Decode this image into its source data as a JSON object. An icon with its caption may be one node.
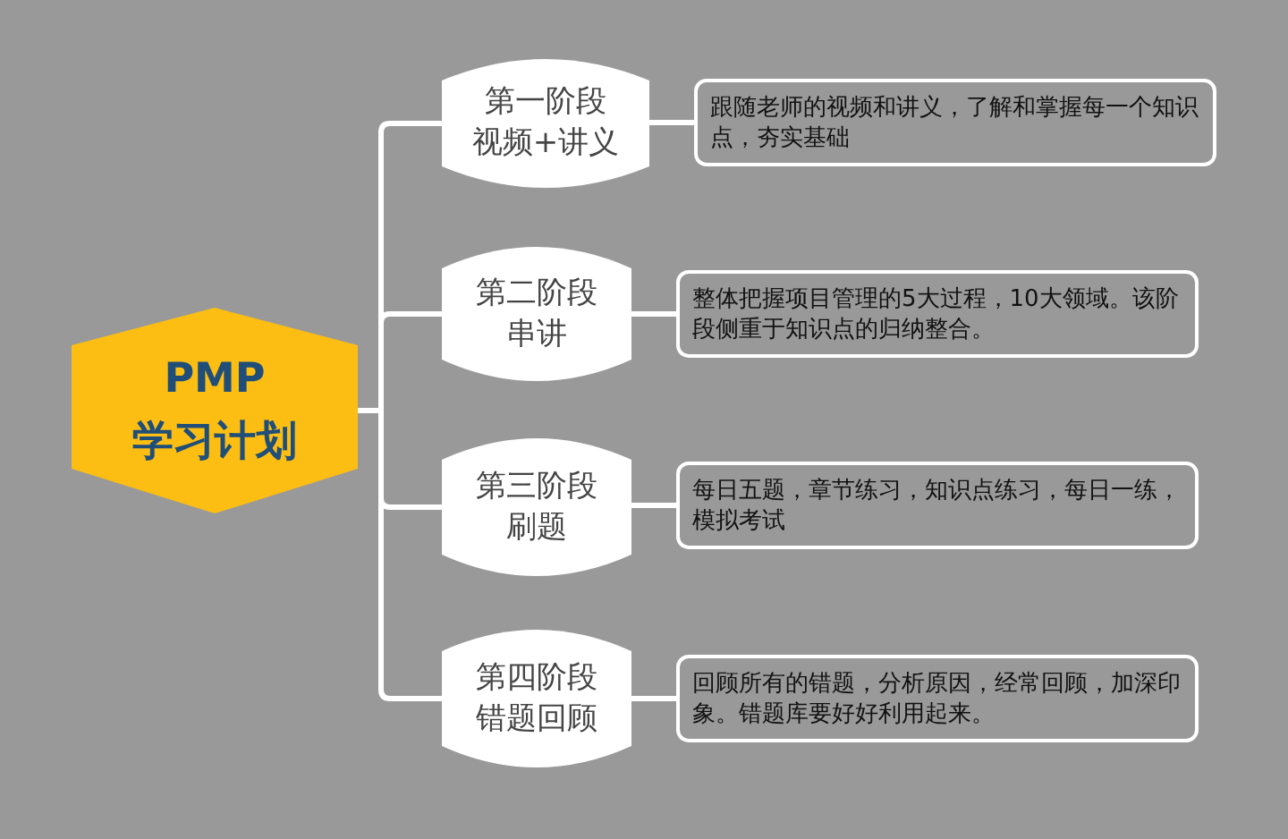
{
  "diagram": {
    "nodes": [
      {
        "text": [
          "PMP 学习计划"
        ]
      },
      {
        "text": [
          "第一阶段视频+讲义"
        ]
      },
      {
        "text": [
          "跟随老师的视频和讲义，了解和掌握每一个知识点，夯实基础"
        ]
      },
      {
        "text": [
          "第二阶段串讲"
        ]
      },
      {
        "text": [
          "整体把握项目管理的5大过程，10大领域。该阶段侧重于知识点的归纳整合。"
        ]
      },
      {
        "text": [
          "第三阶段刷题"
        ]
      },
      {
        "text": [
          "每日五题，章节练习，知识点练习，每日一练，模拟考试"
        ]
      },
      {
        "text": [
          "第四阶段错题回顾"
        ]
      },
      {
        "text": [
          "回顾所有的错题，分析原因，经常回顾，加深印象。错题库要好好利用起来。"
        ]
      }
    ],
    "edges": [
      {
        "from": 0,
        "to": 1,
        "arrow": "none"
      },
      {
        "from": 0,
        "to": 3,
        "arrow": "none"
      },
      {
        "from": 0,
        "to": 5,
        "arrow": "none"
      },
      {
        "from": 0,
        "to": 7,
        "arrow": "none"
      },
      {
        "from": 1,
        "to": 2,
        "arrow": "none"
      },
      {
        "from": 3,
        "to": 4,
        "arrow": "none"
      },
      {
        "from": 5,
        "to": 6,
        "arrow": "none"
      },
      {
        "from": 7,
        "to": 8,
        "arrow": "none"
      }
    ]
  }
}
